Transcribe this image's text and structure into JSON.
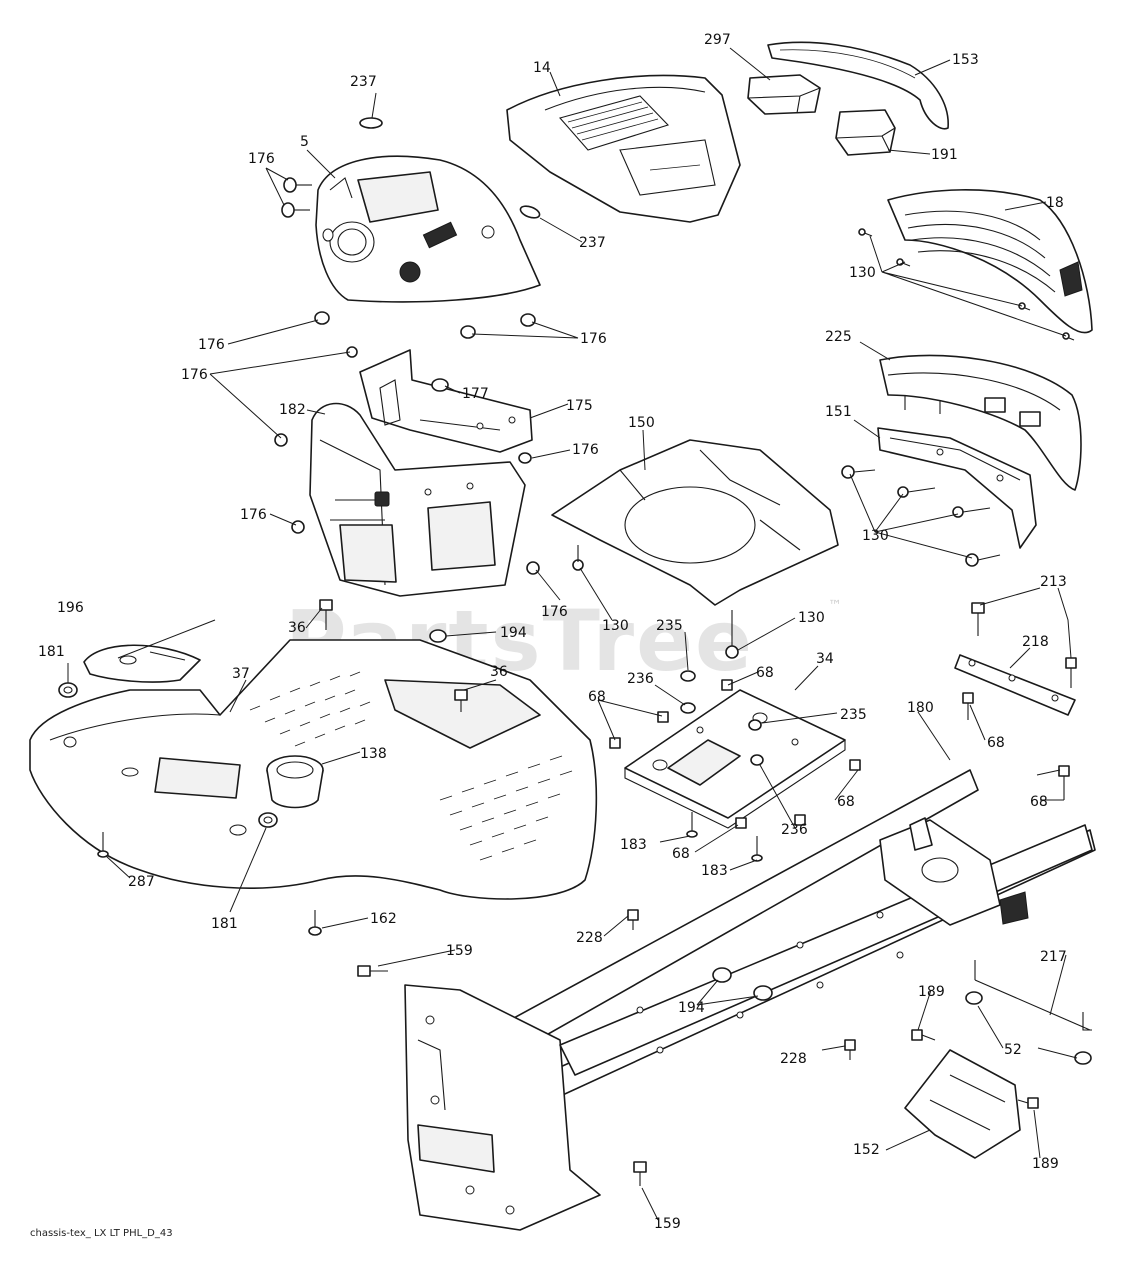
{
  "watermark": {
    "text": "PartsTree",
    "trademark": "™"
  },
  "footer": "chassis-tex_ LX LT PHL_D_43",
  "callouts": {
    "c297": "297",
    "c153": "153",
    "c14": "14",
    "c237a": "237",
    "c191": "191",
    "c5": "5",
    "c176a": "176",
    "c18": "18",
    "c237b": "237",
    "c130a": "130",
    "c176b": "176",
    "c176c": "176",
    "c225": "225",
    "c176d": "176",
    "c177": "177",
    "c175": "175",
    "c182": "182",
    "c151": "151",
    "c150": "150",
    "c176e": "176",
    "c176f": "176",
    "c130b": "130",
    "c176g": "176",
    "c130c": "130",
    "c130d": "130",
    "c213": "213",
    "c196": "196",
    "c36a": "36",
    "c194a": "194",
    "c235a": "235",
    "c218": "218",
    "c181a": "181",
    "c37": "37",
    "c36b": "36",
    "c68a": "68",
    "c34": "34",
    "c236a": "236",
    "c68b": "68",
    "c235b": "235",
    "c180": "180",
    "c138": "138",
    "c68c": "68",
    "c68d": "68",
    "c68e": "68",
    "c236b": "236",
    "c183a": "183",
    "c68f": "68",
    "c183b": "183",
    "c287": "287",
    "c181b": "181",
    "c162": "162",
    "c228a": "228",
    "c159a": "159",
    "c217": "217",
    "c194b": "194",
    "c189a": "189",
    "c52": "52",
    "c228b": "228",
    "c152": "152",
    "c189b": "189",
    "c159b": "159"
  }
}
